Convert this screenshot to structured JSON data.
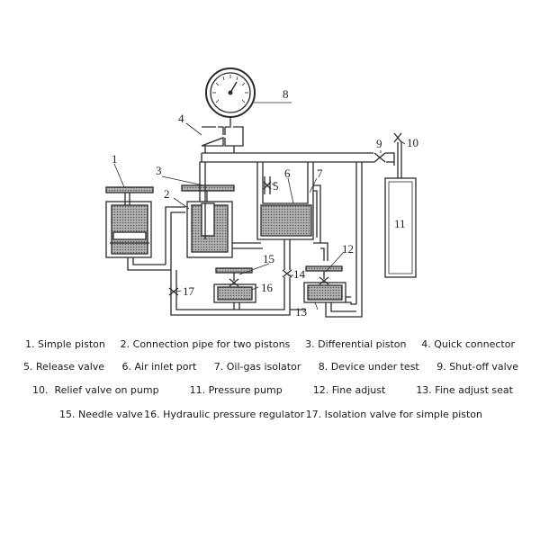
{
  "callouts": [
    "1",
    "2",
    "3",
    "4",
    "5",
    "6",
    "7",
    "8",
    "9",
    "10",
    "11",
    "12",
    "13",
    "14",
    "15",
    "16",
    "17"
  ],
  "gauge_icon": "pressure-gauge-icon",
  "legend": [
    [
      "1. Simple piston",
      "2. Connection pipe for two pistons",
      "3. Differential piston",
      "4. Quick connector"
    ],
    [
      "5. Release valve",
      "6. Air inlet port",
      "7. Oil-gas isolator",
      "8. Device under test",
      "9. Shut-off valve"
    ],
    [
      "10.  Relief valve on pump",
      "11. Pressure pump",
      "12. Fine adjust",
      "13. Fine adjust seat"
    ],
    [
      "15. Needle valve",
      "16. Hydraulic pressure regulator",
      "17. Isolation valve for simple piston"
    ]
  ],
  "colors": {
    "line": "#2a2a2a",
    "fill": "#8a8a8a",
    "background": "#ffffff"
  }
}
